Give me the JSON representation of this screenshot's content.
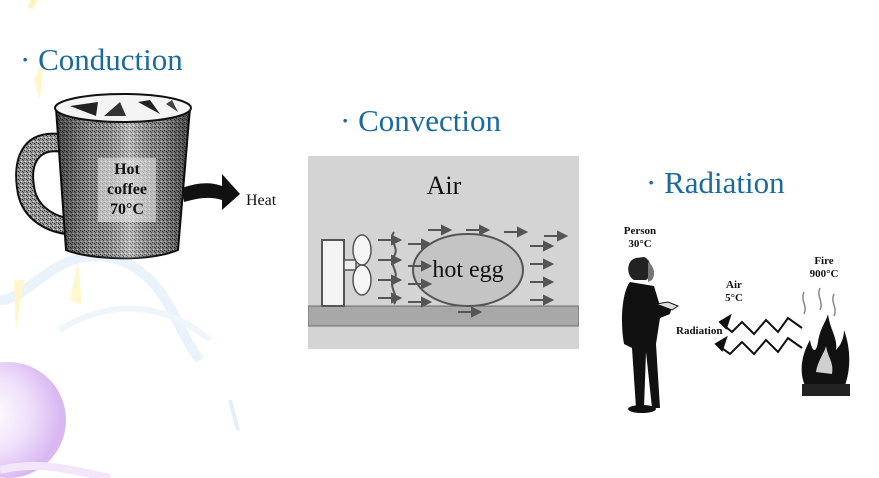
{
  "headings": {
    "conduction": "· Conduction",
    "convection": "· Convection",
    "radiation": "· Radiation"
  },
  "conduction_panel": {
    "mug_line1": "Hot",
    "mug_line2": "coffee",
    "mug_line3": "70°C",
    "arrow_label": "Heat"
  },
  "convection_panel": {
    "air_label": "Air",
    "egg_label": "hot egg"
  },
  "radiation_panel": {
    "person_label": "Person",
    "person_temp": "30°C",
    "air_label": "Air",
    "air_temp": "5°C",
    "radiation_label": "Radiation",
    "fire_label": "Fire",
    "fire_temp": "900°C"
  },
  "colors": {
    "heading": "#1a6aa0",
    "convection_bg": "#d4d4d4"
  }
}
